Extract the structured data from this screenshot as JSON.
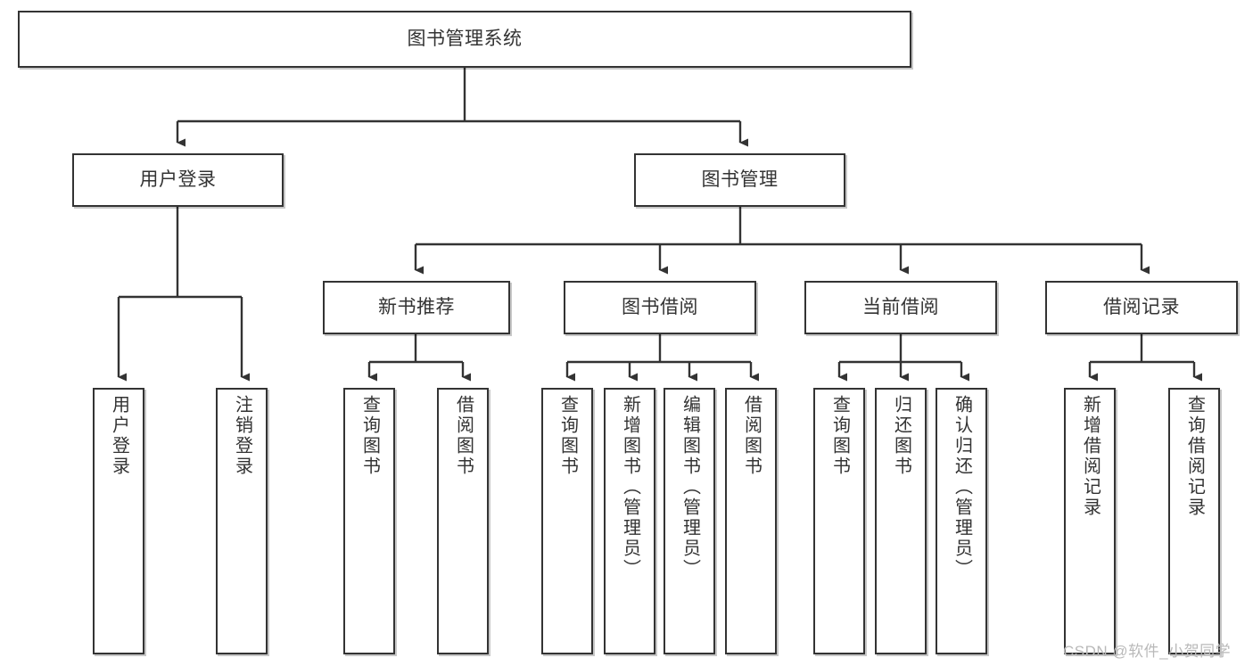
{
  "diagram": {
    "title": "图书管理系统",
    "type": "tree-hierarchy",
    "watermark": "CSDN @软件_小贺同学",
    "colors": {
      "box_border": "#333333",
      "box_fill": "#ffffff",
      "text": "#333333",
      "connector": "#333333",
      "watermark": "#b9b9b9",
      "background": "#ffffff"
    }
  },
  "nodes": {
    "root": {
      "label": "图书管理系统"
    },
    "level1": [
      {
        "id": "user-login",
        "label": "用户登录"
      },
      {
        "id": "book-management",
        "label": "图书管理"
      }
    ],
    "level2": [
      {
        "id": "new-book-recommend",
        "label": "新书推荐"
      },
      {
        "id": "book-borrow",
        "label": "图书借阅"
      },
      {
        "id": "current-borrow",
        "label": "当前借阅"
      },
      {
        "id": "borrow-record",
        "label": "借阅记录"
      }
    ],
    "leaves": {
      "user_login": [
        {
          "id": "leaf-user-login",
          "label": "用户登录"
        },
        {
          "id": "leaf-logout-login",
          "label": "注销登录"
        }
      ],
      "new_book_recommend": [
        {
          "id": "leaf-query-book-1",
          "label": "查询图书"
        },
        {
          "id": "leaf-borrow-book-1",
          "label": "借阅图书"
        }
      ],
      "book_borrow": [
        {
          "id": "leaf-query-book-2",
          "label": "查询图书"
        },
        {
          "id": "leaf-add-book-admin",
          "label": "新增图书（管理员）"
        },
        {
          "id": "leaf-edit-book-admin",
          "label": "编辑图书（管理员）"
        },
        {
          "id": "leaf-borrow-book-2",
          "label": "借阅图书"
        }
      ],
      "current_borrow": [
        {
          "id": "leaf-query-book-3",
          "label": "查询图书"
        },
        {
          "id": "leaf-return-book",
          "label": "归还图书"
        },
        {
          "id": "leaf-confirm-return-admin",
          "label": "确认归还（管理员）"
        }
      ],
      "borrow_record": [
        {
          "id": "leaf-add-borrow-record",
          "label": "新增借阅记录"
        },
        {
          "id": "leaf-query-borrow-record",
          "label": "查询借阅记录"
        }
      ]
    }
  }
}
